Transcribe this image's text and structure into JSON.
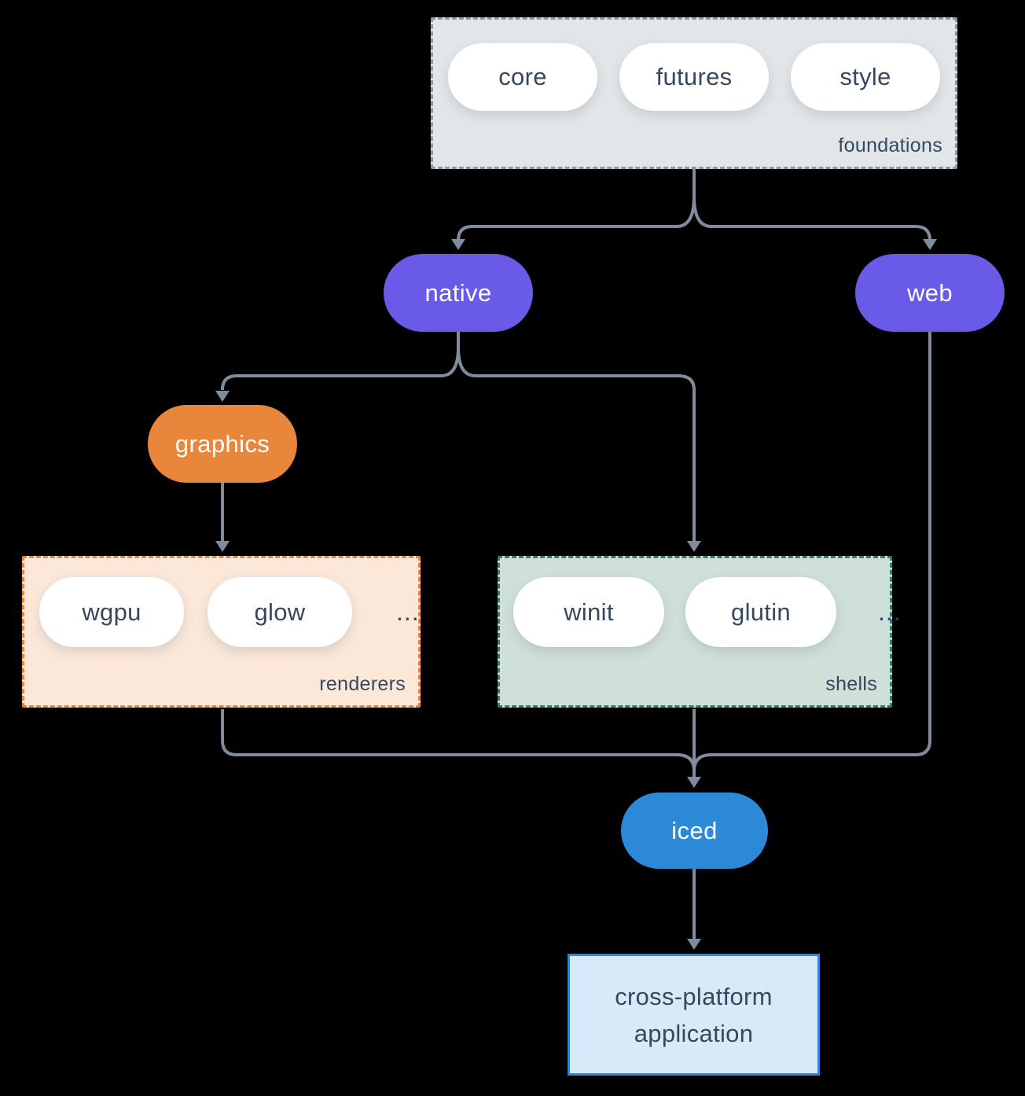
{
  "colors": {
    "background": "#000000",
    "connector": "#7e8c9e",
    "purple": "#695ae8",
    "orange": "#e8863c",
    "blue": "#2c89d8",
    "foundations_bg": "#e2e6e9",
    "foundations_border": "#8b99a6",
    "renderers_bg": "#fbe8d9",
    "renderers_border": "#e8843c",
    "shells_bg": "#cfe0da",
    "shells_border": "#2f7d6e",
    "app_bg": "#d9e9f9",
    "app_border": "#2d87d8",
    "dark_text": "#35495e",
    "pill_bg": "#ffffff"
  },
  "groups": {
    "foundations": {
      "label": "foundations",
      "pills": [
        "core",
        "futures",
        "style"
      ]
    },
    "renderers": {
      "label": "renderers",
      "pills": [
        "wgpu",
        "glow"
      ],
      "more": "..."
    },
    "shells": {
      "label": "shells",
      "pills": [
        "winit",
        "glutin"
      ],
      "more": "..."
    }
  },
  "nodes": {
    "native": "native",
    "web": "web",
    "graphics": "graphics",
    "iced": "iced",
    "app_line1": "cross-platform",
    "app_line2": "application"
  }
}
